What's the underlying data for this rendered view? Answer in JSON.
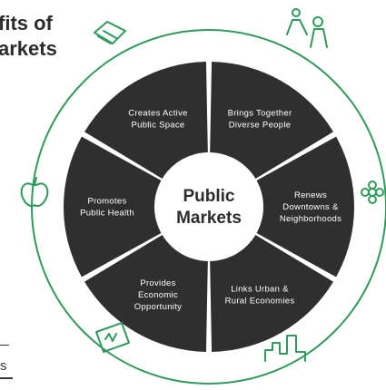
{
  "header": {
    "title_line1": "fits of",
    "title_line2": "arkets"
  },
  "corner_text": "s",
  "hub": {
    "line1": "Public",
    "line2": "Markets"
  },
  "segments": [
    {
      "id": "top-left",
      "lines": [
        "Creates Active",
        "Public Space"
      ]
    },
    {
      "id": "top-right",
      "lines": [
        "Brings Together",
        "Diverse People"
      ]
    },
    {
      "id": "right",
      "lines": [
        "Renews",
        "Downtowns &",
        "Neighborhoods"
      ]
    },
    {
      "id": "bottom-right",
      "lines": [
        "Links Urban &",
        "Rural Economies"
      ]
    },
    {
      "id": "bottom-left",
      "lines": [
        "Provides",
        "Economic",
        "Opportunity"
      ]
    },
    {
      "id": "left",
      "lines": [
        "Promotes",
        "Public Health"
      ]
    }
  ],
  "colors": {
    "segment_fill": "#2f2f2f",
    "ring_stroke": "#2f9a5c",
    "hub_fill": "#ffffff",
    "title_text": "#2c2c2c"
  },
  "icons": [
    "market-stall-icon",
    "people-icon",
    "apple-icon",
    "flower-icon",
    "money-icon",
    "city-skyline-icon"
  ]
}
